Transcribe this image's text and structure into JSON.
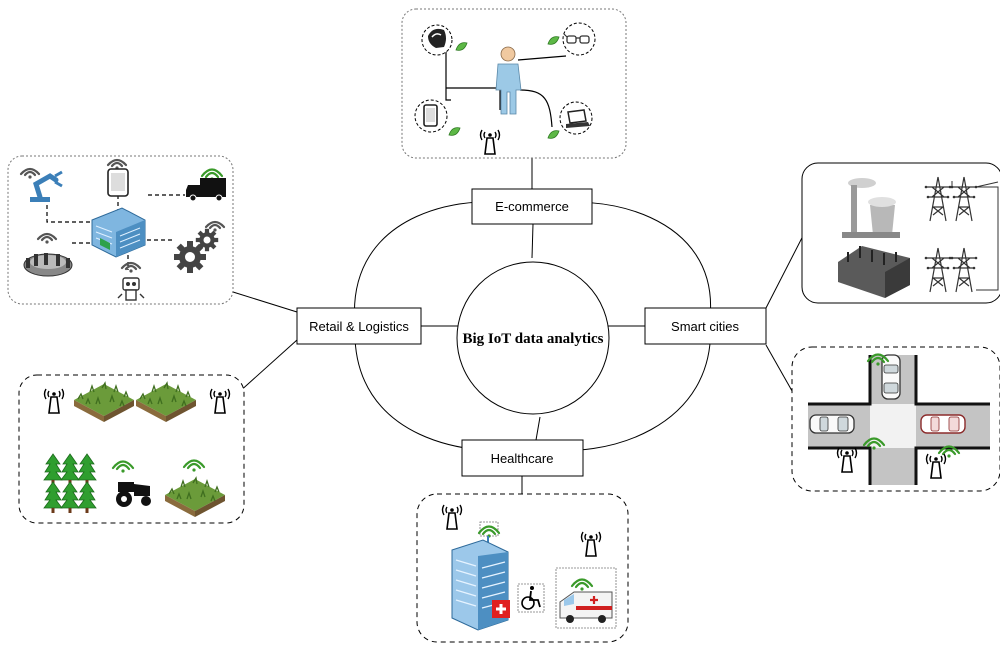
{
  "center": {
    "label": "Big IoT data analytics"
  },
  "nodes": {
    "ecommerce": {
      "label": "E-commerce"
    },
    "retail": {
      "label": "Retail & Logistics"
    },
    "smartcities": {
      "label": "Smart cities"
    },
    "healthcare": {
      "label": "Healthcare"
    }
  },
  "colors": {
    "line": "#000000",
    "panel_border": "#666666",
    "signal_green": "#3a9a2a",
    "grass": "#5f8f33",
    "soil": "#8a6b3d",
    "tree": "#2f9e2f",
    "building": "#3a7fb8",
    "cross_red": "#e02020",
    "road": "#bdbdbd"
  },
  "icons": {
    "ecommerce_panel": [
      "helmet-icon",
      "glasses-icon",
      "person-icon",
      "smartphone-icon",
      "laptop-icon",
      "antenna-icon"
    ],
    "retail_panel": [
      "robot-arm-icon",
      "smartphone-icon",
      "truck-icon",
      "warehouse-icon",
      "conveyor-icon",
      "gears-icon",
      "robot-icon"
    ],
    "agriculture_panel": [
      "antenna-icon",
      "grass-field-icon",
      "tree-icon",
      "tractor-icon"
    ],
    "energy_panel": [
      "power-plant-icon",
      "substation-icon",
      "pylon-icon"
    ],
    "traffic_panel": [
      "intersection-icon",
      "car-icon",
      "antenna-icon"
    ],
    "healthcare_panel": [
      "hospital-icon",
      "wheelchair-icon",
      "ambulance-icon",
      "antenna-icon"
    ]
  }
}
